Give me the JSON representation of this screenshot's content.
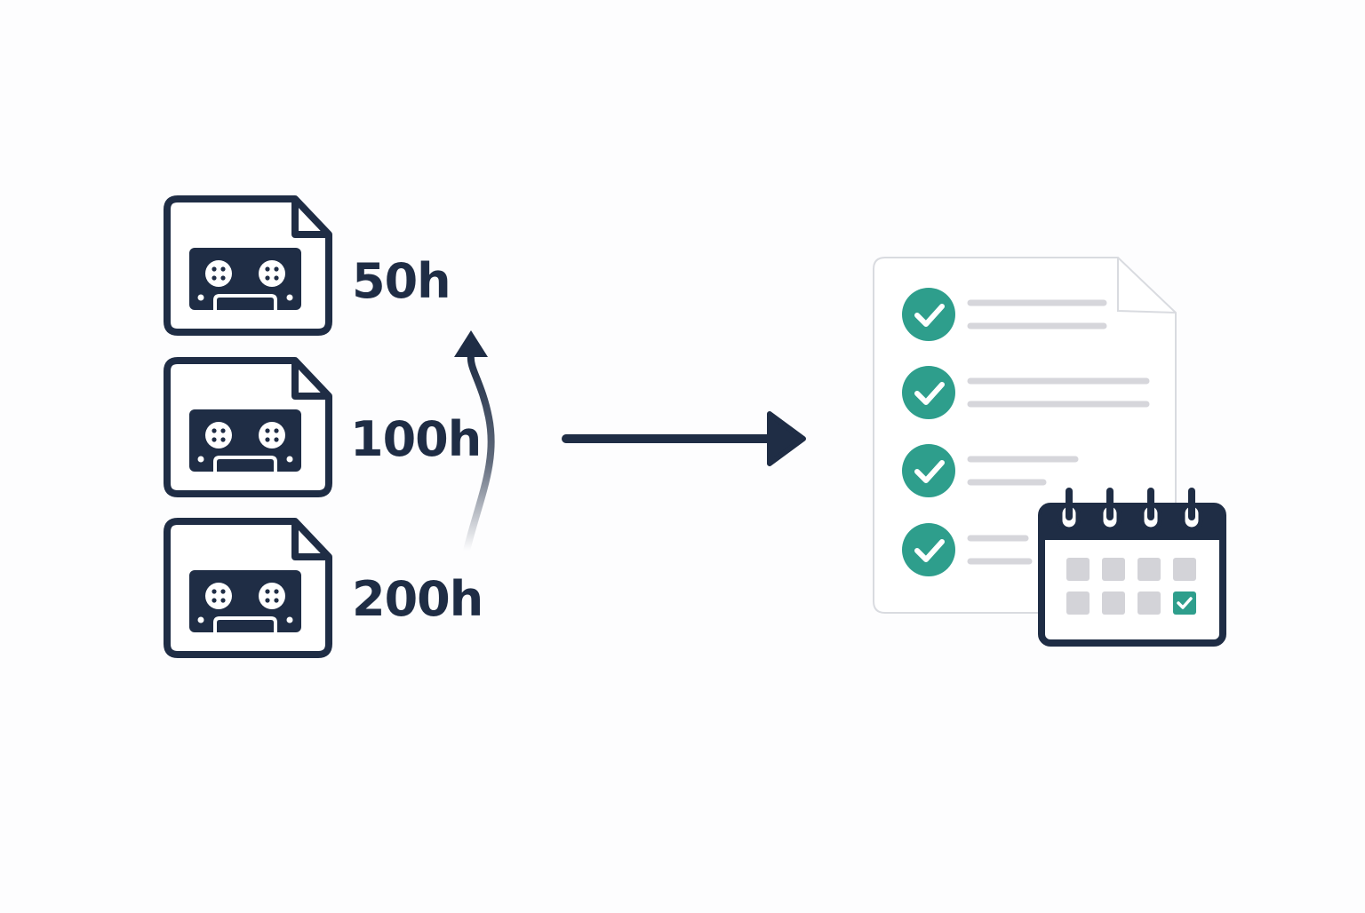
{
  "colors": {
    "navy": "#1f2d45",
    "teal": "#2e9e8c",
    "line_gray": "#d6d6db",
    "paper_border": "#d9dbe0",
    "calendar_cell": "#d3d3d8",
    "background": "#fdfdfe"
  },
  "sources": [
    {
      "label": "50h",
      "icon": "cassette-file-icon"
    },
    {
      "label": "100h",
      "icon": "cassette-file-icon"
    },
    {
      "label": "200h",
      "icon": "cassette-file-icon"
    }
  ],
  "growth_arrow": {
    "icon": "curved-up-arrow-icon",
    "direction": "up"
  },
  "flow_arrow": {
    "icon": "right-arrow-icon",
    "direction": "right"
  },
  "result": {
    "document_icon": "checklist-document-icon",
    "checklist_items": 4,
    "check_icon": "check-circle-icon",
    "calendar_icon": "calendar-icon",
    "calendar_checked_cell": "last-cell-second-row"
  }
}
